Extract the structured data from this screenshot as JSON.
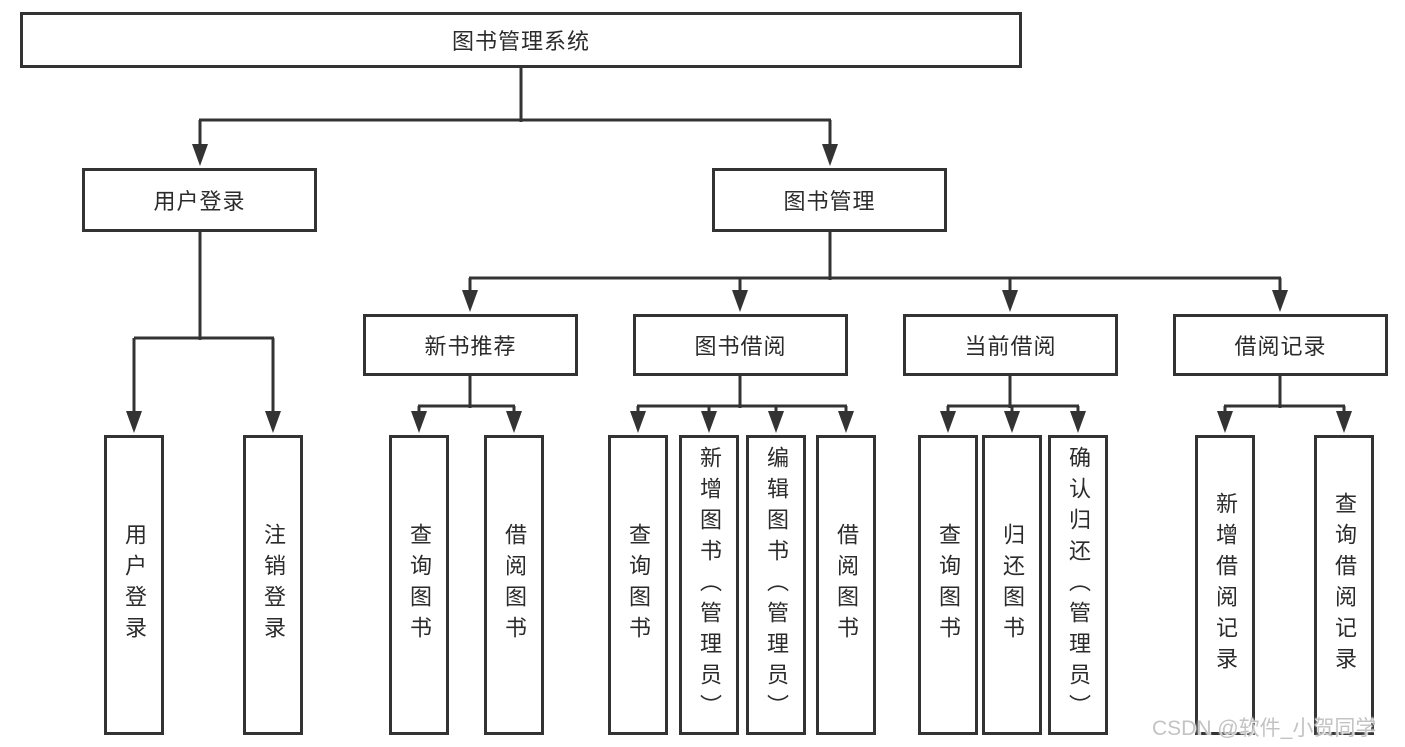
{
  "diagram": {
    "root": {
      "label": "图书管理系统"
    },
    "level1": [
      {
        "id": "user-login",
        "label": "用户登录"
      },
      {
        "id": "book-management",
        "label": "图书管理"
      }
    ],
    "level2": [
      {
        "id": "new-book-recommendation",
        "label": "新书推荐",
        "parent": "book-management"
      },
      {
        "id": "book-borrowing",
        "label": "图书借阅",
        "parent": "book-management"
      },
      {
        "id": "current-borrowing",
        "label": "当前借阅",
        "parent": "book-management"
      },
      {
        "id": "borrowing-records",
        "label": "借阅记录",
        "parent": "book-management"
      }
    ],
    "leaves": [
      {
        "label": "用户登录",
        "parent": "user-login"
      },
      {
        "label": "注销登录",
        "parent": "user-login"
      },
      {
        "label": "查询图书",
        "parent": "new-book-recommendation"
      },
      {
        "label": "借阅图书",
        "parent": "new-book-recommendation"
      },
      {
        "label": "查询图书",
        "parent": "book-borrowing"
      },
      {
        "label": "新增图书（管理员）",
        "parent": "book-borrowing"
      },
      {
        "label": "编辑图书（管理员）",
        "parent": "book-borrowing"
      },
      {
        "label": "借阅图书",
        "parent": "book-borrowing"
      },
      {
        "label": "查询图书",
        "parent": "current-borrowing"
      },
      {
        "label": "归还图书",
        "parent": "current-borrowing"
      },
      {
        "label": "确认归还（管理员）",
        "parent": "current-borrowing"
      },
      {
        "label": "新增借阅记录",
        "parent": "borrowing-records"
      },
      {
        "label": "查询借阅记录",
        "parent": "borrowing-records"
      }
    ]
  },
  "watermark": {
    "text": "CSDN @软件_小贺同学",
    "color": "#c3c3c3"
  },
  "colors": {
    "line": "#333333",
    "box_border": "#333333",
    "text": "#2b2b2b",
    "background": "#ffffff"
  }
}
